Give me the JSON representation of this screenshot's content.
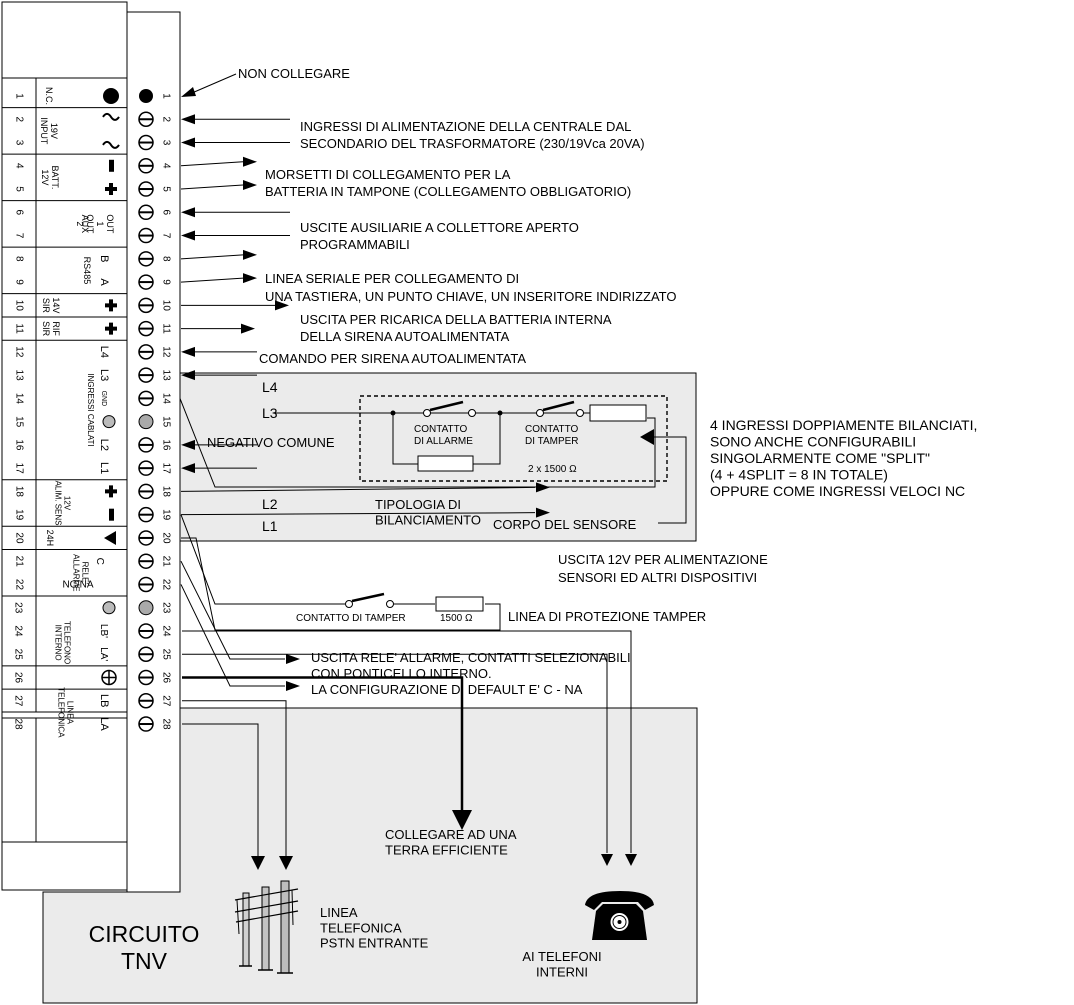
{
  "terminal_numbers": [
    "1",
    "2",
    "3",
    "4",
    "5",
    "6",
    "7",
    "8",
    "9",
    "10",
    "11",
    "12",
    "13",
    "14",
    "15",
    "16",
    "17",
    "18",
    "19",
    "20",
    "21",
    "22",
    "23",
    "24",
    "25",
    "26",
    "27",
    "28"
  ],
  "board_groups": [
    {
      "rows": [
        1,
        1
      ],
      "label": "N.C."
    },
    {
      "rows": [
        2,
        3
      ],
      "label": "19V\nINPUT"
    },
    {
      "rows": [
        4,
        5
      ],
      "label": "BATT.\n12V"
    },
    {
      "rows": [
        6,
        7
      ],
      "label": "AUX"
    },
    {
      "rows": [
        8,
        9
      ],
      "label": "RS485"
    },
    {
      "rows": [
        10,
        10
      ],
      "label": "14V\nSIR"
    },
    {
      "rows": [
        11,
        11
      ],
      "label": "RIF\nSIR"
    },
    {
      "rows": [
        12,
        17
      ],
      "label": "INGRESSI CABLATI"
    },
    {
      "rows": [
        18,
        19
      ],
      "label": "12V\nALIM. SENS"
    },
    {
      "rows": [
        20,
        20
      ],
      "label": "24H"
    },
    {
      "rows": [
        21,
        22
      ],
      "label": "RELE'\nALLARME"
    },
    {
      "rows": [
        24,
        25
      ],
      "label": "TELEFONO\nINTERNO"
    },
    {
      "rows": [
        27,
        28
      ],
      "label": "LINEA\nTELEFONICA"
    }
  ],
  "board_symbols": {
    "out2": "OUT\n2",
    "out1": "OUT\n1",
    "b": "B",
    "a": "A",
    "l4": "L4",
    "l3": "L3",
    "gnd": "GND",
    "l2": "L2",
    "l1": "L1",
    "c": "C",
    "ncna": "NC/NA",
    "lb_int": "LB'",
    "la_int": "LA'",
    "lb": "LB",
    "la": "LA"
  },
  "annotations": {
    "t1": "NON COLLEGARE",
    "t2": "INGRESSI DI ALIMENTAZIONE DELLA CENTRALE DAL",
    "t3": "SECONDARIO DEL TRASFORMATORE (230/19Vca 20VA)",
    "t4": "MORSETTI DI COLLEGAMENTO PER LA",
    "t5": "BATTERIA IN TAMPONE (COLLEGAMENTO OBBLIGATORIO)",
    "t6": "USCITE  AUSILIARIE A COLLETTORE APERTO",
    "t7": "PROGRAMMABILI",
    "t8": "LINEA SERIALE PER COLLEGAMENTO DI",
    "t9": "UNA TASTIERA, UN PUNTO CHIAVE, UN INSERITORE INDIRIZZATO",
    "t10a": "USCITA PER RICARICA DELLA BATTERIA INTERNA",
    "t10b": "DELLA SIRENA AUTOALIMENTATA",
    "t11": "COMANDO PER SIRENA AUTOALIMENTATA",
    "l4": "L4",
    "l3": "L3",
    "l2": "L2",
    "l1": "L1",
    "neg": "NEGATIVO COMUNE",
    "c_allarme": "CONTATTO\nDI ALLARME",
    "c_tamper": "CONTATTO\nDI TAMPER",
    "res2": "2 x 1500 Ω",
    "tipologia": "TIPOLOGIA DI\nBILANCIAMENTO",
    "corpo": "CORPO DEL SENSORE",
    "inputs_desc": "4 INGRESSI DOPPIAMENTE BILANCIATI,\nSONO ANCHE CONFIGURABILI\nSINGOLARMENTE COME \"SPLIT\"\n(4 + 4SPLIT = 8 IN TOTALE)\nOPPURE COME INGRESSI VELOCI NC",
    "t18": "USCITA 12V PER ALIMENTAZIONE",
    "t19": "SENSORI ED ALTRI  DISPOSITIVI",
    "tamper_contact": "CONTATTO DI TAMPER",
    "tamper_res": "1500 Ω",
    "tamper_line": "LINEA DI PROTEZIONE TAMPER",
    "r1": "USCITA RELE' ALLARME, CONTATTI SELEZIONABILI",
    "r2": "CON PONTICELLO INTERNO.",
    "r3": "LA CONFIGURAZIONE DI DEFAULT E' C - NA",
    "earth": "COLLEGARE AD UNA\nTERRA EFFICIENTE",
    "pstn": "LINEA\nTELEFONICA\nPSTN ENTRANTE",
    "phones": "AI TELEFONI\nINTERNI",
    "tnv": "CIRCUITO\nTNV"
  }
}
